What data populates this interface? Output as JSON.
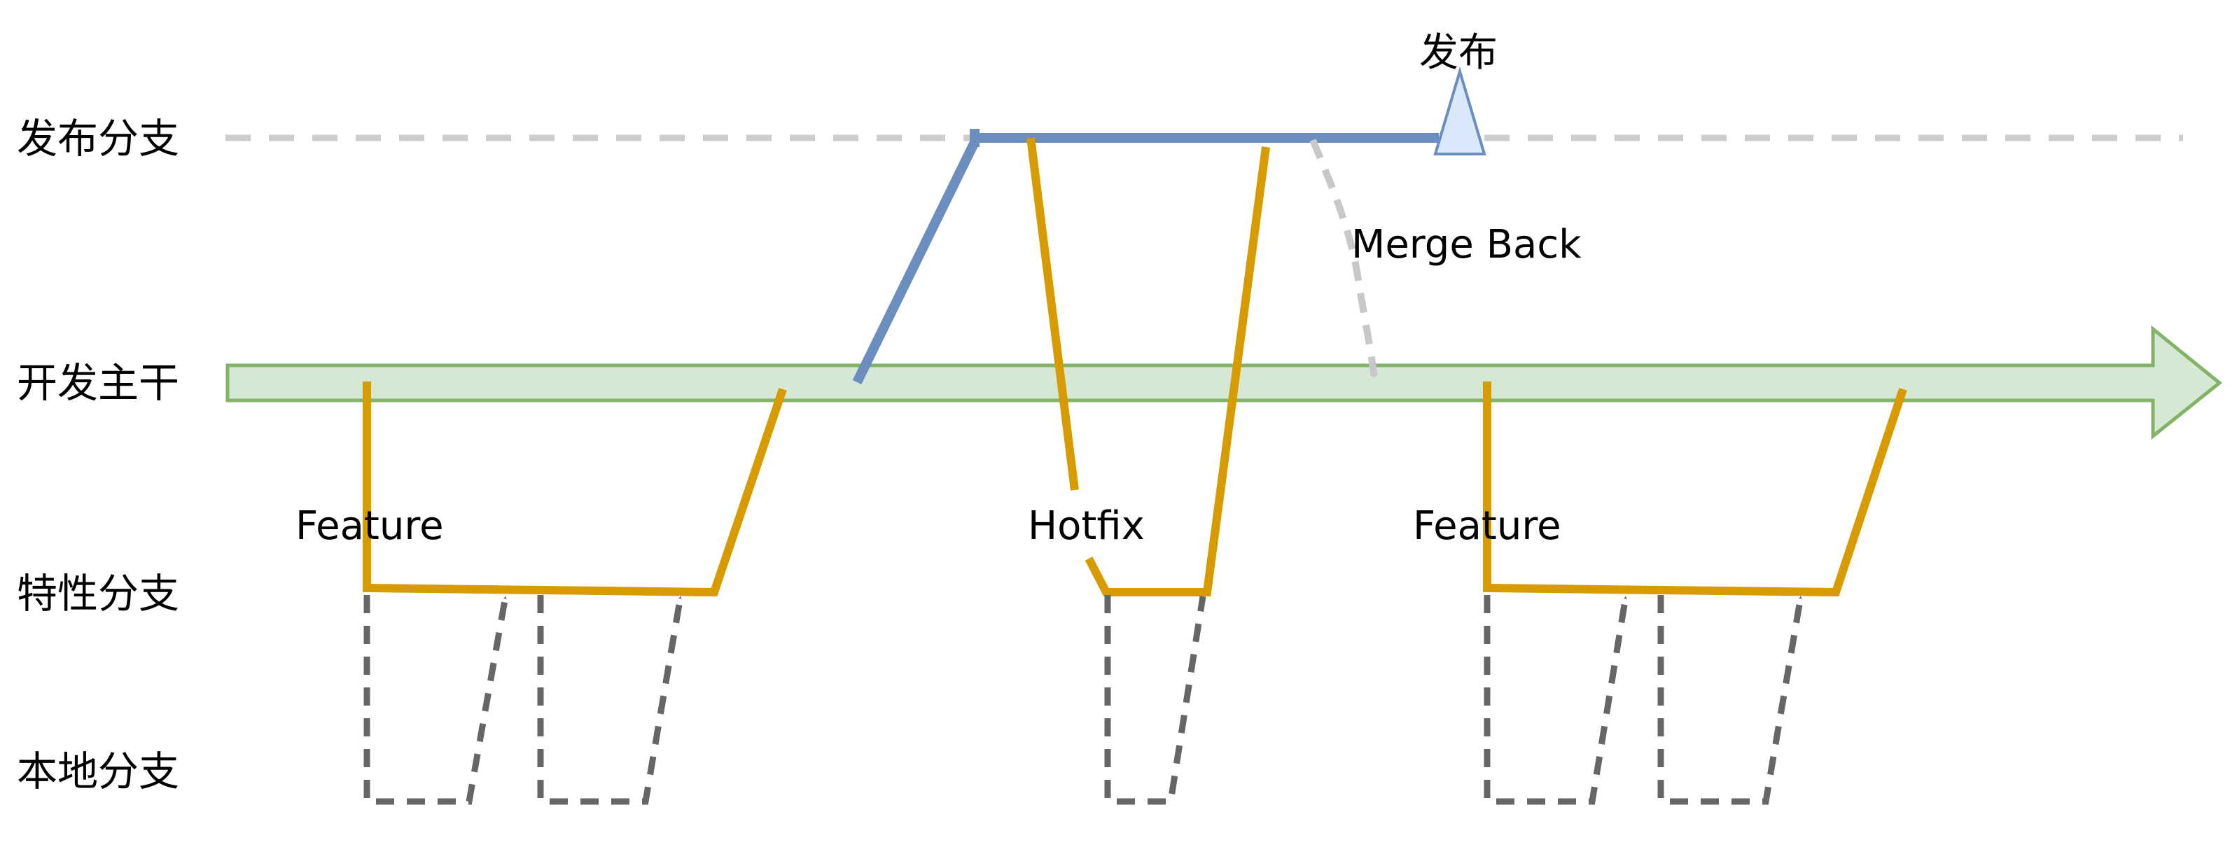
{
  "lanes": {
    "release": "发布分支",
    "trunk": "开发主干",
    "feature": "特性分支",
    "local": "本地分支"
  },
  "labels": {
    "release_marker": "发布",
    "merge_back": "Merge Back",
    "feature_1": "Feature",
    "hotfix": "Hotfix",
    "feature_2": "Feature"
  },
  "colors": {
    "trunk_fill": "#d5e8d4",
    "trunk_stroke": "#82b366",
    "release_branch": "#6c8ebf",
    "release_marker_fill": "#dae8fc",
    "feature_branch": "#d79b00",
    "local_branch": "#666666",
    "guide_line": "#cccccc",
    "merge_back": "#c8c8c8"
  }
}
